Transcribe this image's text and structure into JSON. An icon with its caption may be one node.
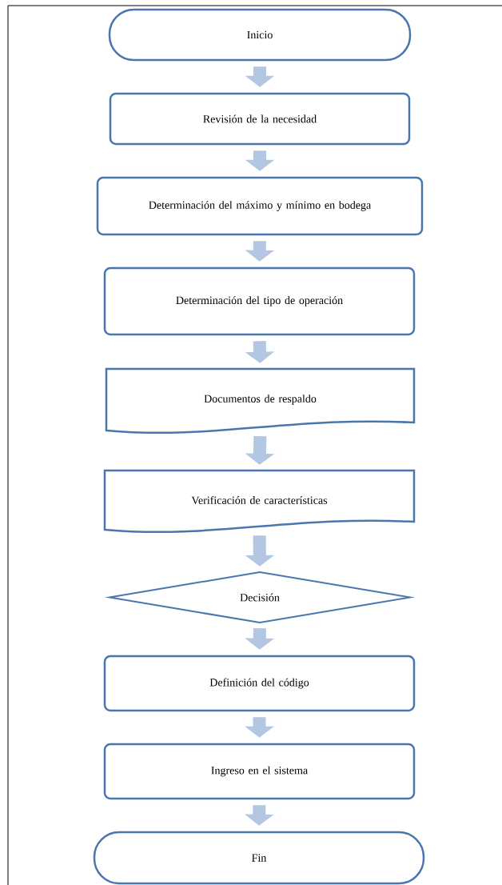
{
  "diagram": {
    "nodes": [
      {
        "text": [
          "Inicio"
        ]
      },
      {
        "text": [
          "Revisión de la necesidad"
        ]
      },
      {
        "text": [
          "Determinación del máximo y mínimo en bodega"
        ]
      },
      {
        "text": [
          "Determinación del tipo de operación"
        ]
      },
      {
        "text": [
          "Documentos de respaldo"
        ]
      },
      {
        "text": [
          "Verificación de características"
        ]
      },
      {
        "text": [
          "Decisión"
        ]
      },
      {
        "text": [
          "Definición del código"
        ]
      },
      {
        "text": [
          "Ingreso en el sistema"
        ]
      },
      {
        "text": [
          "Fin"
        ]
      }
    ],
    "edges": [
      {
        "from": 0,
        "to": 1,
        "arrow": "to"
      },
      {
        "from": 1,
        "to": 2,
        "arrow": "to"
      },
      {
        "from": 2,
        "to": 3,
        "arrow": "to"
      },
      {
        "from": 3,
        "to": 4,
        "arrow": "to"
      },
      {
        "from": 4,
        "to": 5,
        "arrow": "to"
      },
      {
        "from": 5,
        "to": 6,
        "arrow": "to"
      },
      {
        "from": 6,
        "to": 7,
        "arrow": "to"
      },
      {
        "from": 7,
        "to": 8,
        "arrow": "to"
      },
      {
        "from": 8,
        "to": 9,
        "arrow": "to"
      }
    ]
  }
}
